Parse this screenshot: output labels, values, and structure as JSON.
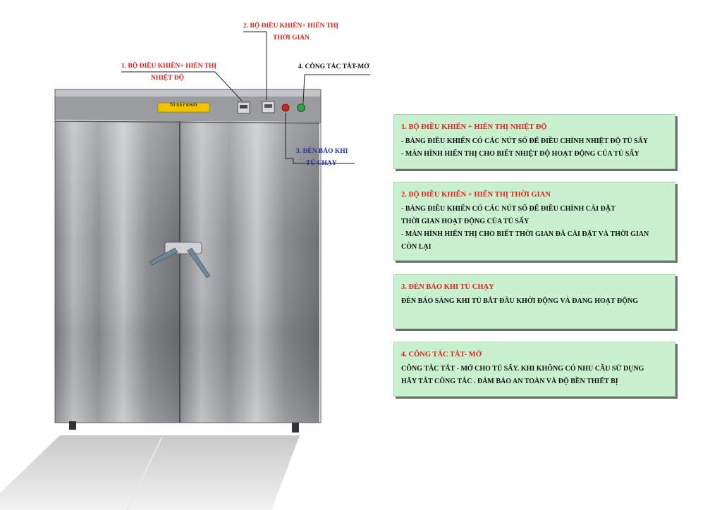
{
  "cabinet": {
    "label_plate": "TỦ SẤY KHAY"
  },
  "callouts": {
    "c1": {
      "line1": "1. BỘ ĐIỀU KHIỂN+ HIỂN THỊ",
      "line2": "NHIỆT ĐỘ"
    },
    "c2": {
      "line1": "2. BỘ ĐIỀU KHIỂN+ HIỂN THỊ",
      "line2": "THỜI GIAN"
    },
    "c3": {
      "line1": "3. ĐÈN BÁO KHI",
      "line2": "TỦ CHẠY"
    },
    "c4": {
      "line1": "4. CÔNG TẮC TẮT-MỞ"
    }
  },
  "boxes": [
    {
      "title": "1. BỘ ĐIỀU KHIỂN + HIỂN THỊ NHIỆT ĐỘ",
      "lines": [
        "- BẢNG ĐIỀU KHIỂN CÓ CÁC NÚT SỐ ĐỂ ĐIỀU CHỈNH NHIỆT ĐỘ TỦ SẤY",
        "- MÀN HÌNH HIỂN THỊ CHO BIẾT NHIỆT ĐỘ HOẠT ĐỘNG CỦA TỦ SẤY"
      ]
    },
    {
      "title": "2. BỘ ĐIỀU KHIỂN + HIỂN THỊ THỜI GIAN",
      "lines": [
        "- BẢNG ĐIỀU KHIỂN CÓ CÁC NÚT SỐ ĐỂ ĐIỀU CHỈNH CÀI ĐẶT",
        "THỜI GIAN HOẠT ĐỘNG CỦA TỦ SẤY",
        "- MÀN HÌNH HIỂN THỊ CHO BIẾT THỜI GIAN ĐÃ CÀI ĐẶT VÀ THỜI GIAN",
        "CÒN LẠI"
      ]
    },
    {
      "title": "3. ĐÈN BÁO KHI TỦ CHẠY",
      "lines": [
        " ĐÈN BÁO SÁNG KHI TỦ BẮT ĐẦU KHỞI ĐỘNG VÀ ĐANG HOẠT ĐỘNG"
      ]
    },
    {
      "title": "4. CÔNG TẮC TẮT- MỞ",
      "lines": [
        "CÔNG TẮC TẮT - MỞ CHO TỦ SẤY.  KHI KHÔNG CÓ NHU CẦU SỬ DỤNG",
        "HÃY TẮT CÔNG TẮC . ĐẢM BẢO AN TOÀN VÀ ĐỘ BỀN THIẾT BỊ"
      ]
    }
  ]
}
